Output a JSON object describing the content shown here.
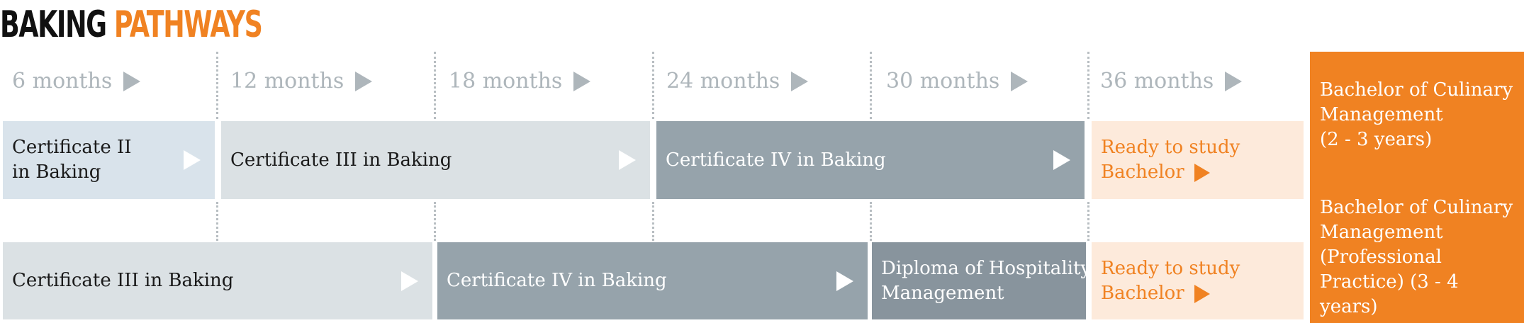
{
  "title": {
    "part1": "BAKING",
    "part2": "PATHWAYS"
  },
  "timeline": [
    "6 months",
    "12 months",
    "18 months",
    "24 months",
    "30 months",
    "36 months"
  ],
  "row1": {
    "cert2": [
      "Certificate II",
      "in Baking"
    ],
    "cert3": "Certificate III in Baking",
    "cert4": "Certificate IV in Baking",
    "ready": [
      "Ready to study",
      "Bachelor"
    ]
  },
  "row2": {
    "cert3": "Certificate III in Baking",
    "cert4": "Certificate IV in Baking",
    "diploma": [
      "Diploma of Hospitality",
      "Management"
    ],
    "ready": [
      "Ready to study",
      "Bachelor"
    ]
  },
  "bachelor": {
    "first": [
      "Bachelor of Culinary",
      "Management",
      "(2 - 3 years)"
    ],
    "second": [
      "Bachelor of Culinary",
      "Management",
      "(Professional",
      "Practice) (3 - 4 years)"
    ]
  },
  "colors": {
    "orange": "#f08222",
    "light_blue": "#d9e3eb",
    "pale_grey": "#dbe1e4",
    "mid_grey": "#96a3ab",
    "dark_grey": "#88949d",
    "peach": "#fdeadb",
    "month_text": "#aeb6bb"
  }
}
